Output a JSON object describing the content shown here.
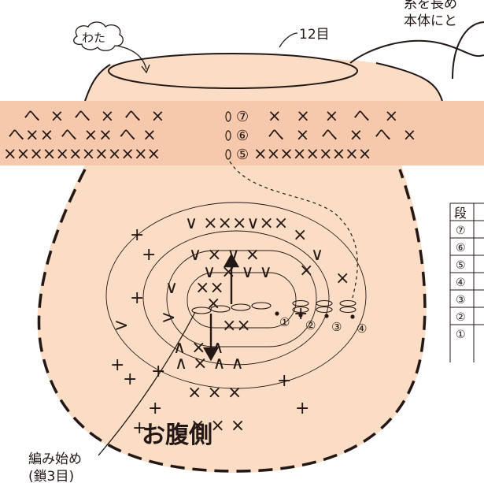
{
  "labels": {
    "wata": "わた",
    "top_stitches": "12目",
    "corner_line1": "糸を長め",
    "corner_line2": "本体にと",
    "belly_side": "お腹側",
    "start_line1": "編み始め",
    "start_line2": "(鎖3目)"
  },
  "band_rows": {
    "row7": {
      "left": "へ × へ  × へ  ×",
      "num": "⑦",
      "right": "× × × へ ×"
    },
    "row6": {
      "left": "へ×× へ ×× へ ×",
      "num": "⑥",
      "right": "へ × へ × へ ×"
    },
    "row5": {
      "left": "××××××××××××",
      "num": "⑤",
      "right": "×××××××××"
    }
  },
  "round_numbers": [
    "①",
    "②",
    "③",
    "④"
  ],
  "table": {
    "header": "段",
    "rows": [
      "⑦",
      "⑥",
      "⑤",
      "④",
      "③",
      "②",
      "①"
    ]
  },
  "colors": {
    "body_fill": "#fbdcc4",
    "band_fill": "#f6c8ac",
    "line": "#231815"
  }
}
